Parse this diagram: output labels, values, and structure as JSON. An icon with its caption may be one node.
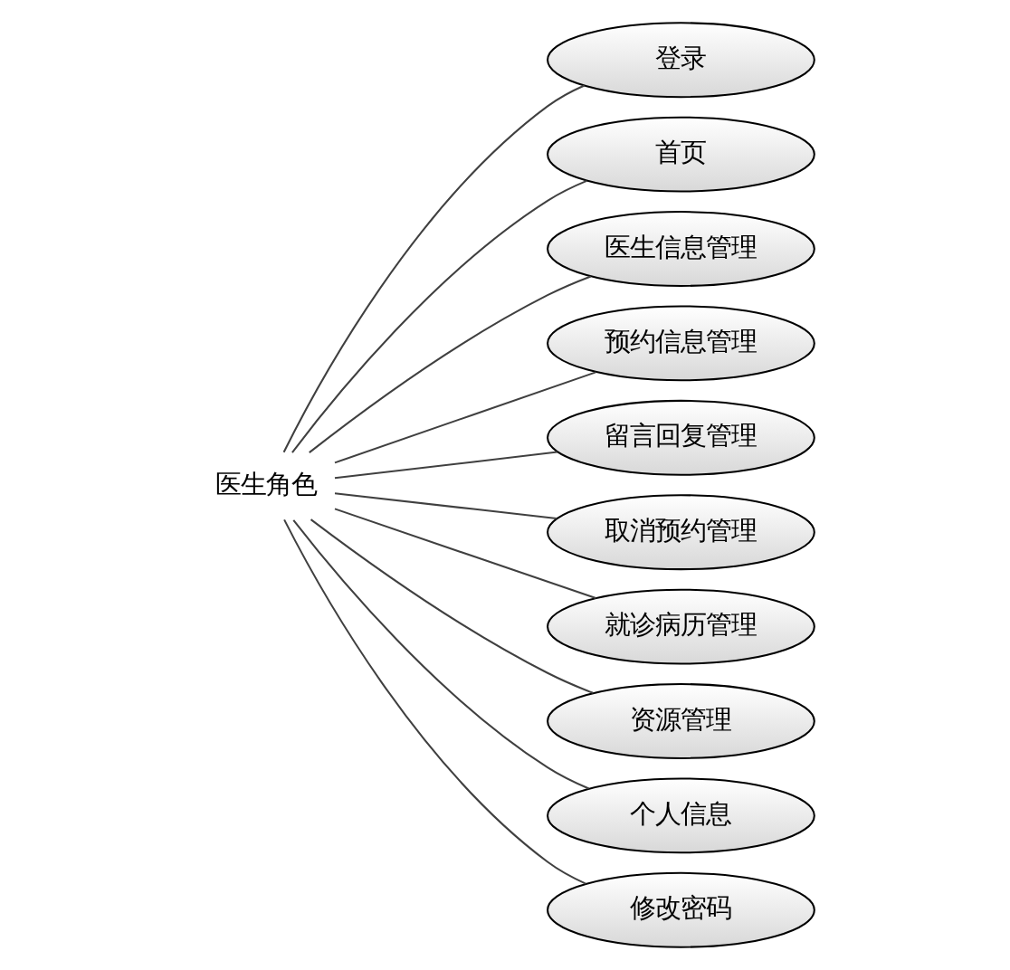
{
  "diagram": {
    "nodes": [
      {
        "text": [
          "医生角色"
        ]
      },
      {
        "text": [
          "登录"
        ]
      },
      {
        "text": [
          "首页"
        ]
      },
      {
        "text": [
          "医生信息管理"
        ]
      },
      {
        "text": [
          "预约信息管理"
        ]
      },
      {
        "text": [
          "留言回复管理"
        ]
      },
      {
        "text": [
          "取消预约管理"
        ]
      },
      {
        "text": [
          "就诊病历管理"
        ]
      },
      {
        "text": [
          "资源管理"
        ]
      },
      {
        "text": [
          "个人信息"
        ]
      },
      {
        "text": [
          "修改密码"
        ]
      }
    ],
    "edges": [
      {
        "from": 0,
        "to": 1,
        "arrow": "none"
      },
      {
        "from": 0,
        "to": 2,
        "arrow": "none"
      },
      {
        "from": 0,
        "to": 3,
        "arrow": "none"
      },
      {
        "from": 0,
        "to": 4,
        "arrow": "none"
      },
      {
        "from": 0,
        "to": 5,
        "arrow": "none"
      },
      {
        "from": 0,
        "to": 6,
        "arrow": "none"
      },
      {
        "from": 0,
        "to": 7,
        "arrow": "none"
      },
      {
        "from": 0,
        "to": 8,
        "arrow": "none"
      },
      {
        "from": 0,
        "to": 9,
        "arrow": "none"
      },
      {
        "from": 0,
        "to": 10,
        "arrow": "none"
      }
    ]
  }
}
